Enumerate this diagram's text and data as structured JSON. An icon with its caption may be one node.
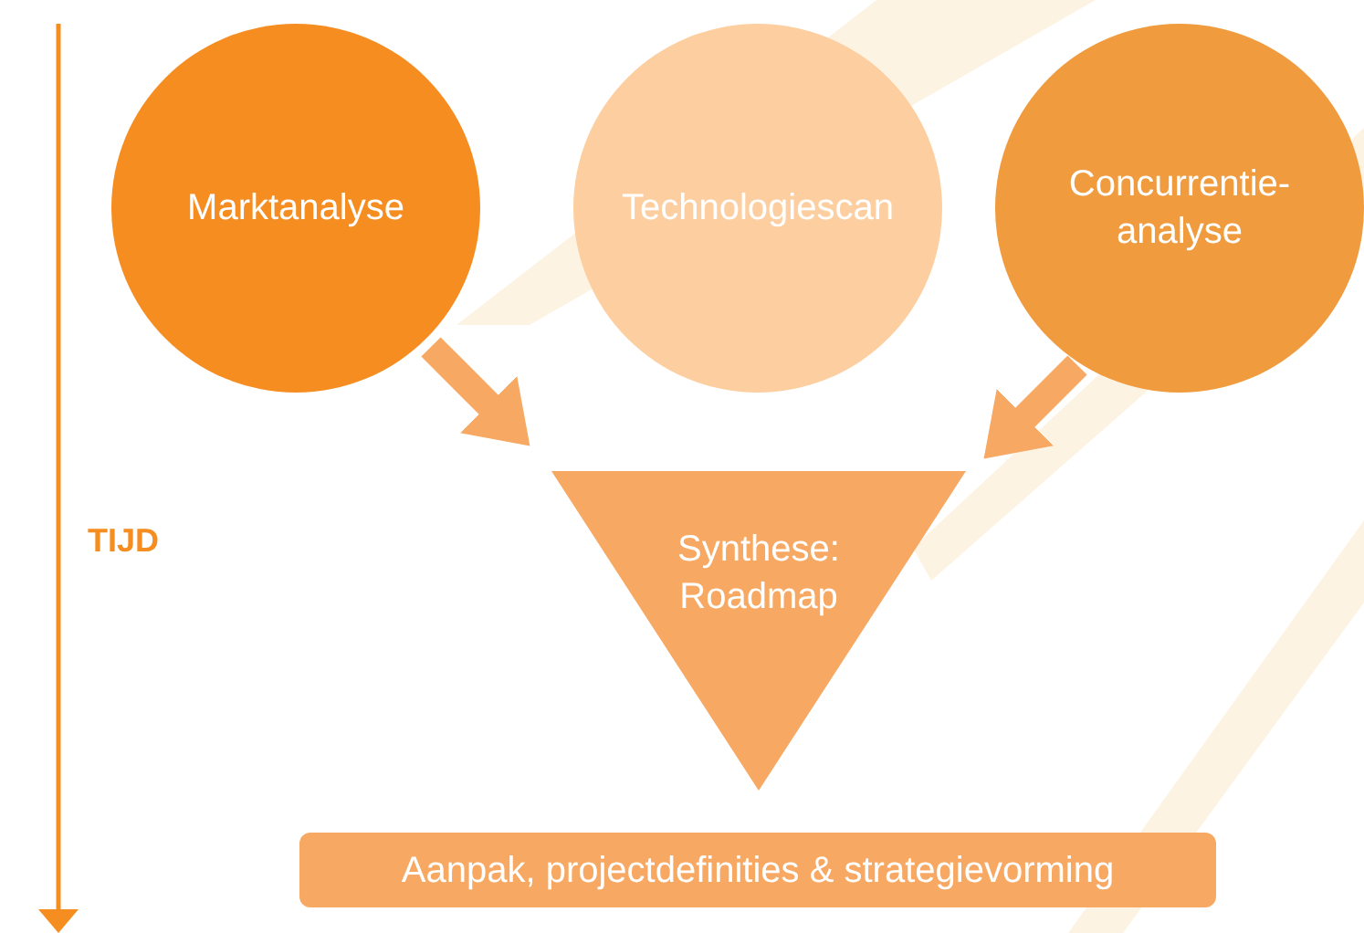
{
  "diagram": {
    "nodes": [
      {
        "text": [
          "Marktanalyse"
        ]
      },
      {
        "text": [
          "Technologiescan"
        ]
      },
      {
        "text": [
          "Concurrentie- analyse"
        ]
      },
      {
        "text": [
          "Synthese: Roadmap"
        ]
      },
      {
        "text": [
          "Aanpak, projectdefinities & strategievorming"
        ]
      }
    ],
    "edges": [
      {
        "from": 0,
        "to": 3,
        "arrow": "to"
      },
      {
        "from": 2,
        "to": 3,
        "arrow": "to"
      }
    ],
    "labels": [
      "TIJD"
    ]
  }
}
